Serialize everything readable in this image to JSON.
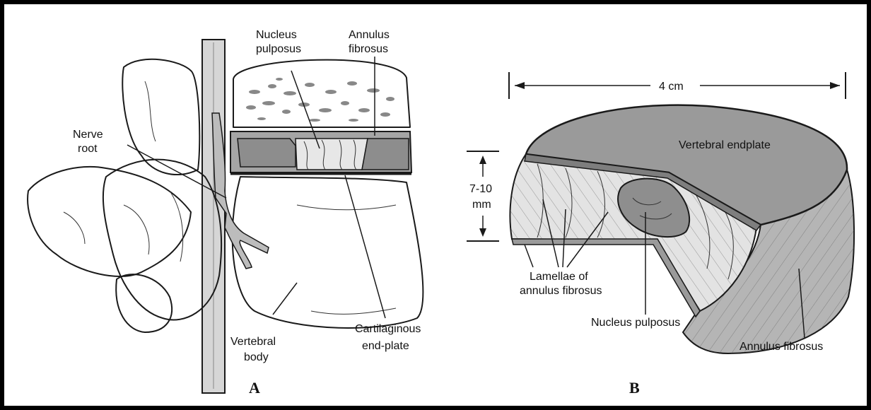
{
  "panel_a": {
    "labels": {
      "nucleus_pulposus": [
        "Nucleus",
        "pulposus"
      ],
      "annulus_fibrosus": [
        "Annulus",
        "fibrosus"
      ],
      "nerve_root": [
        "Nerve",
        "root"
      ],
      "vertebral_body": [
        "Vertebral",
        "body"
      ],
      "cartilaginous_endplate": [
        "Cartilaginous",
        "end-plate"
      ]
    },
    "caption": "A"
  },
  "panel_b": {
    "dimension_width": "4 cm",
    "dimension_height": [
      "7-10",
      "mm"
    ],
    "labels": {
      "vertebral_endplate": "Vertebral endplate",
      "lamellae": [
        "Lamellae of",
        "annulus fibrosus"
      ],
      "nucleus_pulposus": "Nucleus pulposus",
      "annulus_fibrosus": "Annulus fibrosus"
    },
    "caption": "B"
  },
  "colors": {
    "disc_gray": "#9a9a9a",
    "dark_gray": "#7a7a7a",
    "light_gray": "#d9d9d9"
  }
}
